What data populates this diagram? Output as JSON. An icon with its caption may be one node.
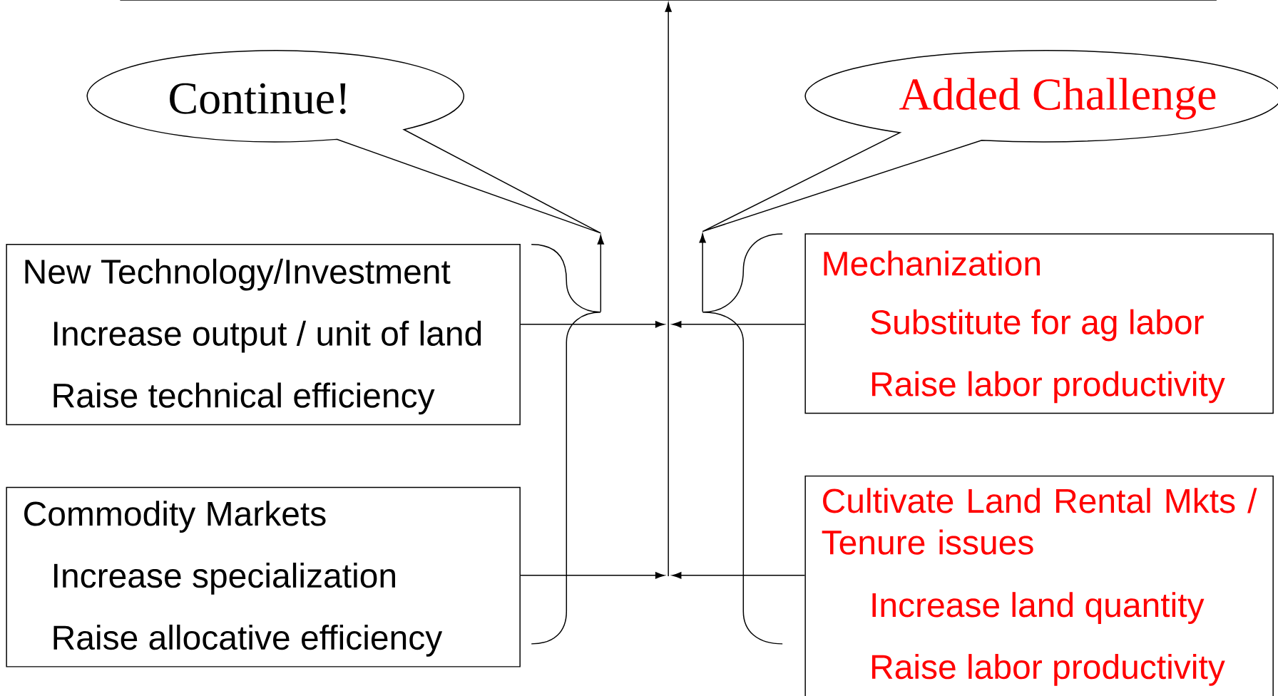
{
  "diagram": {
    "nodes": [
      {
        "text": [
          "Continue!"
        ]
      },
      {
        "text": [
          "Added Challenge"
        ]
      },
      {
        "text": [
          "New Technology/Investment",
          "Increase output / unit of land",
          "Raise technical efficiency"
        ]
      },
      {
        "text": [
          "Commodity Markets",
          "Increase specialization",
          "Raise allocative efficiency"
        ]
      },
      {
        "text": [
          "Mechanization",
          "Substitute for ag labor",
          "Raise labor productivity"
        ]
      },
      {
        "text": [
          "Cultivate Land Rental Mkts / Tenure issues",
          "Increase land quantity",
          "Raise labor productivity"
        ]
      },
      {
        "text": [],
        "shape": "box"
      },
      {
        "text": [],
        "shape": "bracket"
      },
      {
        "text": [],
        "shape": "bracket"
      }
    ],
    "edges": [
      {
        "from": 2,
        "to": null,
        "arrow": "to"
      },
      {
        "from": 3,
        "to": null,
        "arrow": "to"
      },
      {
        "from": 4,
        "to": null,
        "arrow": "to"
      },
      {
        "from": 5,
        "to": null,
        "arrow": "to"
      },
      {
        "from": null,
        "to": 6,
        "arrow": "to"
      },
      {
        "from": 7,
        "to": 0,
        "arrow": "to"
      },
      {
        "from": 8,
        "to": 1,
        "arrow": "to"
      }
    ]
  }
}
